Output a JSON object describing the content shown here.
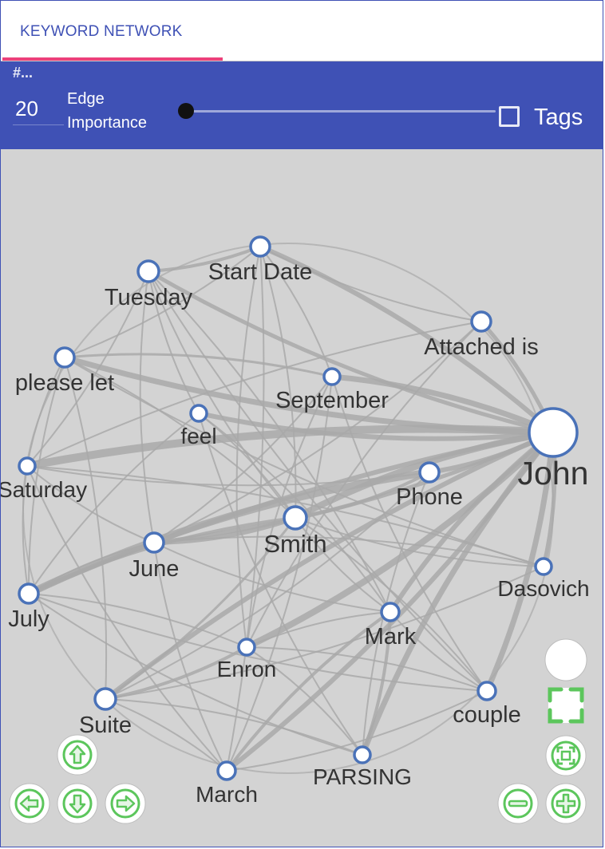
{
  "tab": {
    "label": "KEYWORD NETWORK"
  },
  "toolbar": {
    "count_label": "#...",
    "count_value": "20",
    "edge_label_line1": "Edge",
    "edge_label_line2": "Importance",
    "slider_value": 0,
    "tags_label": "Tags",
    "tags_checked": false
  },
  "colors": {
    "accent": "#3f51b5",
    "tab_ink": "#ec407a",
    "canvas": "#d3d3d3",
    "edge": "#a9a9a9",
    "node_border": "#4a72b8",
    "control_green": "#5cc65c"
  },
  "graph": {
    "nodes": [
      {
        "id": "john",
        "label": "John",
        "size": "large"
      },
      {
        "id": "start_date",
        "label": "Start Date",
        "size": "small"
      },
      {
        "id": "tuesday",
        "label": "Tuesday",
        "size": "small"
      },
      {
        "id": "attached_is",
        "label": "Attached is",
        "size": "small"
      },
      {
        "id": "please_let",
        "label": "please let",
        "size": "small"
      },
      {
        "id": "september",
        "label": "September",
        "size": "small"
      },
      {
        "id": "feel",
        "label": "feel",
        "size": "small"
      },
      {
        "id": "saturday",
        "label": "Saturday",
        "size": "small"
      },
      {
        "id": "phone",
        "label": "Phone",
        "size": "small"
      },
      {
        "id": "smith",
        "label": "Smith",
        "size": "medium"
      },
      {
        "id": "june",
        "label": "June",
        "size": "small"
      },
      {
        "id": "july",
        "label": "July",
        "size": "small"
      },
      {
        "id": "dasovich",
        "label": "Dasovich",
        "size": "small"
      },
      {
        "id": "mark",
        "label": "Mark",
        "size": "small"
      },
      {
        "id": "enron",
        "label": "Enron",
        "size": "small"
      },
      {
        "id": "suite",
        "label": "Suite",
        "size": "small"
      },
      {
        "id": "couple",
        "label": "couple",
        "size": "small"
      },
      {
        "id": "parsing",
        "label": "PARSING",
        "size": "small"
      },
      {
        "id": "march",
        "label": "March",
        "size": "small"
      }
    ],
    "edges": [
      {
        "source": "john",
        "target": "start_date",
        "weight": 6
      },
      {
        "source": "john",
        "target": "tuesday",
        "weight": 5
      },
      {
        "source": "john",
        "target": "attached_is",
        "weight": 5
      },
      {
        "source": "john",
        "target": "please_let",
        "weight": 7
      },
      {
        "source": "john",
        "target": "september",
        "weight": 7
      },
      {
        "source": "john",
        "target": "feel",
        "weight": 6
      },
      {
        "source": "john",
        "target": "saturday",
        "weight": 10
      },
      {
        "source": "john",
        "target": "phone",
        "weight": 6
      },
      {
        "source": "john",
        "target": "smith",
        "weight": 8
      },
      {
        "source": "john",
        "target": "june",
        "weight": 5
      },
      {
        "source": "john",
        "target": "july",
        "weight": 6
      },
      {
        "source": "john",
        "target": "dasovich",
        "weight": 5
      },
      {
        "source": "john",
        "target": "mark",
        "weight": 6
      },
      {
        "source": "john",
        "target": "enron",
        "weight": 8
      },
      {
        "source": "john",
        "target": "suite",
        "weight": 6
      },
      {
        "source": "john",
        "target": "couple",
        "weight": 7
      },
      {
        "source": "john",
        "target": "parsing",
        "weight": 7
      },
      {
        "source": "john",
        "target": "march",
        "weight": 6
      },
      {
        "source": "phone",
        "target": "july",
        "weight": 9
      },
      {
        "source": "smith",
        "target": "june",
        "weight": 6
      },
      {
        "source": "smith",
        "target": "july",
        "weight": 4
      },
      {
        "source": "smith",
        "target": "suite",
        "weight": 3
      },
      {
        "source": "smith",
        "target": "phone",
        "weight": 4
      },
      {
        "source": "mark",
        "target": "parsing",
        "weight": 4
      },
      {
        "source": "mark",
        "target": "march",
        "weight": 4
      },
      {
        "source": "enron",
        "target": "suite",
        "weight": 4
      },
      {
        "source": "tuesday",
        "target": "start_date",
        "weight": 4
      },
      {
        "source": "please_let",
        "target": "september",
        "weight": 3
      },
      {
        "source": "saturday",
        "target": "july",
        "weight": 2
      },
      {
        "source": "saturday",
        "target": "please_let",
        "weight": 2
      },
      {
        "source": "tuesday",
        "target": "smith",
        "weight": 2
      },
      {
        "source": "start_date",
        "target": "smith",
        "weight": 2
      },
      {
        "source": "start_date",
        "target": "enron",
        "weight": 2
      },
      {
        "source": "start_date",
        "target": "march",
        "weight": 2
      },
      {
        "source": "tuesday",
        "target": "june",
        "weight": 2
      },
      {
        "source": "tuesday",
        "target": "mark",
        "weight": 2
      },
      {
        "source": "tuesday",
        "target": "couple",
        "weight": 2
      },
      {
        "source": "tuesday",
        "target": "saturday",
        "weight": 2
      },
      {
        "source": "please_let",
        "target": "july",
        "weight": 2
      },
      {
        "source": "please_let",
        "target": "smith",
        "weight": 2
      },
      {
        "source": "please_let",
        "target": "dasovich",
        "weight": 2
      },
      {
        "source": "please_let",
        "target": "suite",
        "weight": 2
      },
      {
        "source": "please_let",
        "target": "start_date",
        "weight": 2
      },
      {
        "source": "feel",
        "target": "smith",
        "weight": 2
      },
      {
        "source": "feel",
        "target": "july",
        "weight": 2
      },
      {
        "source": "feel",
        "target": "mark",
        "weight": 2
      },
      {
        "source": "feel",
        "target": "parsing",
        "weight": 2
      },
      {
        "source": "feel",
        "target": "tuesday",
        "weight": 2
      },
      {
        "source": "september",
        "target": "enron",
        "weight": 2
      },
      {
        "source": "september",
        "target": "june",
        "weight": 2
      },
      {
        "source": "september",
        "target": "couple",
        "weight": 2
      },
      {
        "source": "september",
        "target": "march",
        "weight": 2
      },
      {
        "source": "september",
        "target": "start_date",
        "weight": 2
      },
      {
        "source": "attached_is",
        "target": "june",
        "weight": 2
      },
      {
        "source": "attached_is",
        "target": "saturday",
        "weight": 2
      },
      {
        "source": "attached_is",
        "target": "start_date",
        "weight": 2
      },
      {
        "source": "attached_is",
        "target": "enron",
        "weight": 2
      },
      {
        "source": "phone",
        "target": "saturday",
        "weight": 2
      },
      {
        "source": "phone",
        "target": "parsing",
        "weight": 2
      },
      {
        "source": "phone",
        "target": "suite",
        "weight": 2
      },
      {
        "source": "dasovich",
        "target": "saturday",
        "weight": 2
      },
      {
        "source": "dasovich",
        "target": "suite",
        "weight": 2
      },
      {
        "source": "dasovich",
        "target": "june",
        "weight": 2
      },
      {
        "source": "couple",
        "target": "july",
        "weight": 2
      },
      {
        "source": "couple",
        "target": "enron",
        "weight": 2
      },
      {
        "source": "couple",
        "target": "march",
        "weight": 2
      },
      {
        "source": "parsing",
        "target": "suite",
        "weight": 2
      },
      {
        "source": "parsing",
        "target": "july",
        "weight": 2
      },
      {
        "source": "parsing",
        "target": "enron",
        "weight": 2
      },
      {
        "source": "march",
        "target": "june",
        "weight": 2
      },
      {
        "source": "march",
        "target": "suite",
        "weight": 2
      },
      {
        "source": "march",
        "target": "saturday",
        "weight": 2
      },
      {
        "source": "june",
        "target": "july",
        "weight": 2
      },
      {
        "source": "june",
        "target": "saturday",
        "weight": 2
      },
      {
        "source": "enron",
        "target": "july",
        "weight": 2
      },
      {
        "source": "enron",
        "target": "mark",
        "weight": 2
      },
      {
        "source": "mark",
        "target": "couple",
        "weight": 2
      },
      {
        "source": "mark",
        "target": "june",
        "weight": 2
      },
      {
        "source": "smith",
        "target": "mark",
        "weight": 2
      },
      {
        "source": "smith",
        "target": "couple",
        "weight": 2
      },
      {
        "source": "smith",
        "target": "dasovich",
        "weight": 2
      }
    ]
  },
  "controls": {
    "zoom": [
      "zoom-in",
      "zoom-out"
    ],
    "navigation": [
      "up",
      "down",
      "left",
      "right"
    ],
    "view": [
      "fit",
      "fullscreen",
      "reset"
    ]
  }
}
